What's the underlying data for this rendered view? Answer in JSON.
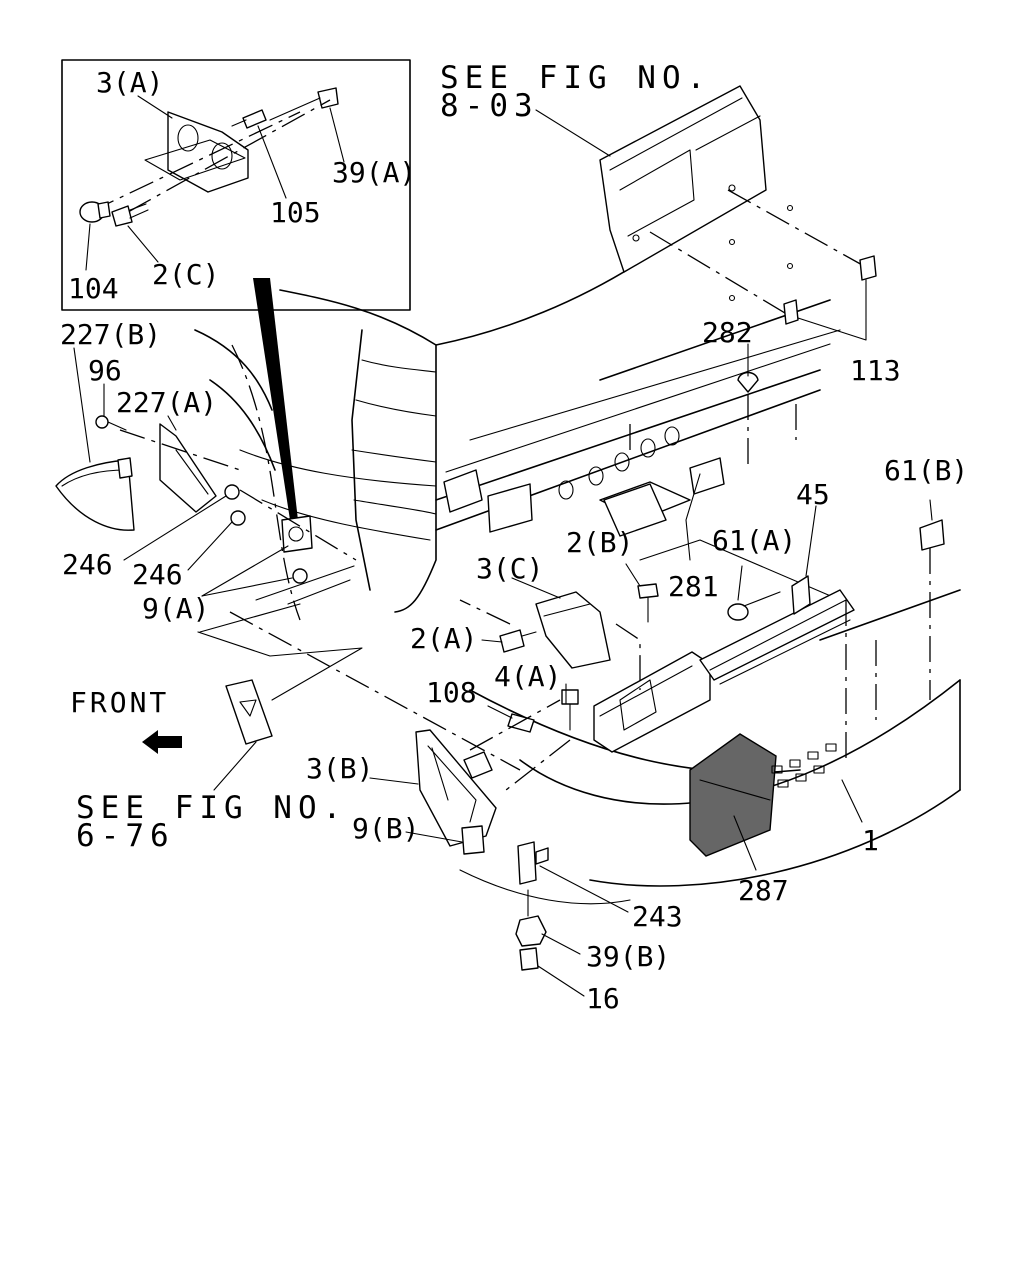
{
  "callouts": {
    "see_fig_top_line1": "SEE FIG NO.",
    "see_fig_top_line2": "8-03",
    "see_fig_bottom_line1": "SEE FIG NO.",
    "see_fig_bottom_line2": "6-76",
    "front": "FRONT"
  },
  "labels": {
    "p3a": "3(A)",
    "p39a": "39(A)",
    "p105": "105",
    "p104": "104",
    "p2c": "2(C)",
    "p227b": "227(B)",
    "p96": "96",
    "p227a": "227(A)",
    "p246_1": "246",
    "p246_2": "246",
    "p9a": "9(A)",
    "p282": "282",
    "p113": "113",
    "p61b": "61(B)",
    "p45": "45",
    "p2b": "2(B)",
    "p61a": "61(A)",
    "p281": "281",
    "p3c": "3(C)",
    "p2a": "2(A)",
    "p4a": "4(A)",
    "p108": "108",
    "p3b": "3(B)",
    "p9b": "9(B)",
    "p1": "1",
    "p287": "287",
    "p243": "243",
    "p39b": "39(B)",
    "p16": "16"
  }
}
